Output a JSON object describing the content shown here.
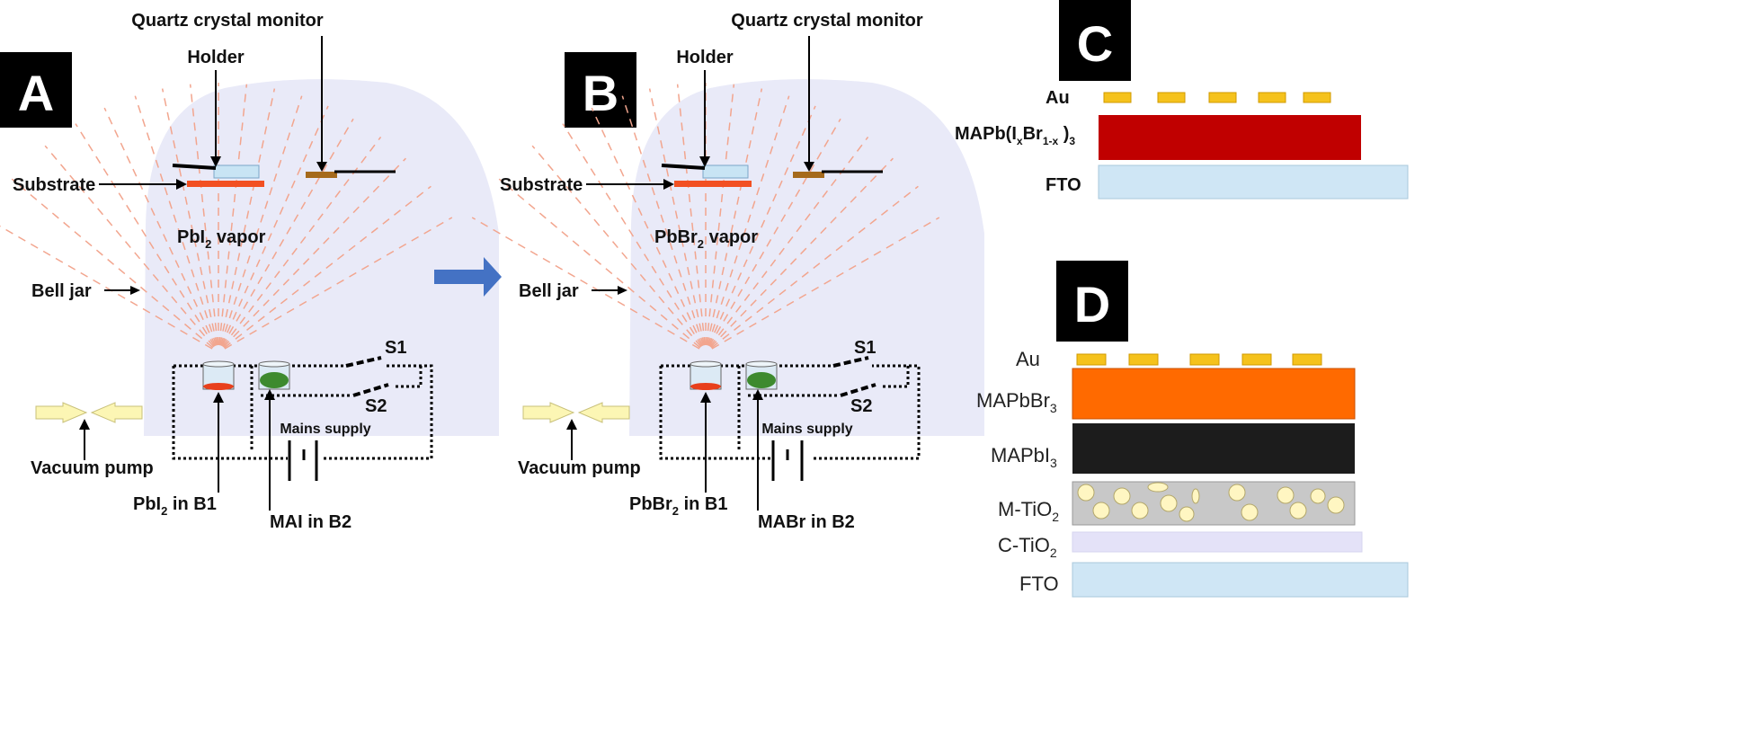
{
  "panels": {
    "A": {
      "letter": "A",
      "quartz": "Quartz crystal monitor",
      "holder": "Holder",
      "substrate": "Substrate",
      "vapor_main": "PbI",
      "vapor_sub": "2",
      "vapor_tail": " vapor",
      "belljar": "Bell jar",
      "s1": "S1",
      "s2": "S2",
      "mains": "Mains supply",
      "vacuum": "Vacuum pump",
      "b1_main": "PbI",
      "b1_sub": "2",
      "b1_tail": "  in B1",
      "b2": "MAI in B2"
    },
    "B": {
      "letter": "B",
      "quartz": "Quartz crystal monitor",
      "holder": "Holder",
      "substrate": "Substrate",
      "vapor_main": "PbBr",
      "vapor_sub": "2",
      "vapor_tail": " vapor",
      "belljar": "Bell jar",
      "s1": "S1",
      "s2": "S2",
      "mains": "Mains supply",
      "vacuum": "Vacuum pump",
      "b1_main": "PbBr",
      "b1_sub": "2",
      "b1_tail": "  in B1",
      "b2": "MABr in B2"
    },
    "C": {
      "letter": "C",
      "au": "Au",
      "mapb_main": "MAPb(I",
      "mapb_x": "x",
      "mapb_br": "Br",
      "mapb_sub": "1-x",
      "mapb_close": " )",
      "mapb_3": "3",
      "fto": "FTO"
    },
    "D": {
      "letter": "D",
      "au": "Au",
      "mapbbr_main": "MAPbBr",
      "mapbbr_sub": "3",
      "mapbi_main": "MAPbI",
      "mapbi_sub": "3",
      "mtio_main": "M-TiO",
      "mtio_sub": "2",
      "ctio_main": "C-TiO",
      "ctio_sub": "2",
      "fto": "FTO"
    }
  },
  "colors": {
    "bell_jar": "#e9eaf8",
    "vapor_rays": "#f2a58e",
    "substrate": "#f25022",
    "holder_glass": "#c8e4f4",
    "monitor": "#a56a1c",
    "mai_boat": "#3d8a2e",
    "pbi_boat": "#e8401c",
    "au_pad": "#f5c21c",
    "perovskite_mixed": "#c00000",
    "mapbbr3": "#ff6a00",
    "mapbi3": "#1c1c1c",
    "m_tio2": "#c8c8c8",
    "tio2_particle": "#fff6c2",
    "c_tio2": "#e4e2f8",
    "fto": "#cfe6f5",
    "arrow_blue": "#4472c4",
    "panel_label_bg": "#000000"
  }
}
